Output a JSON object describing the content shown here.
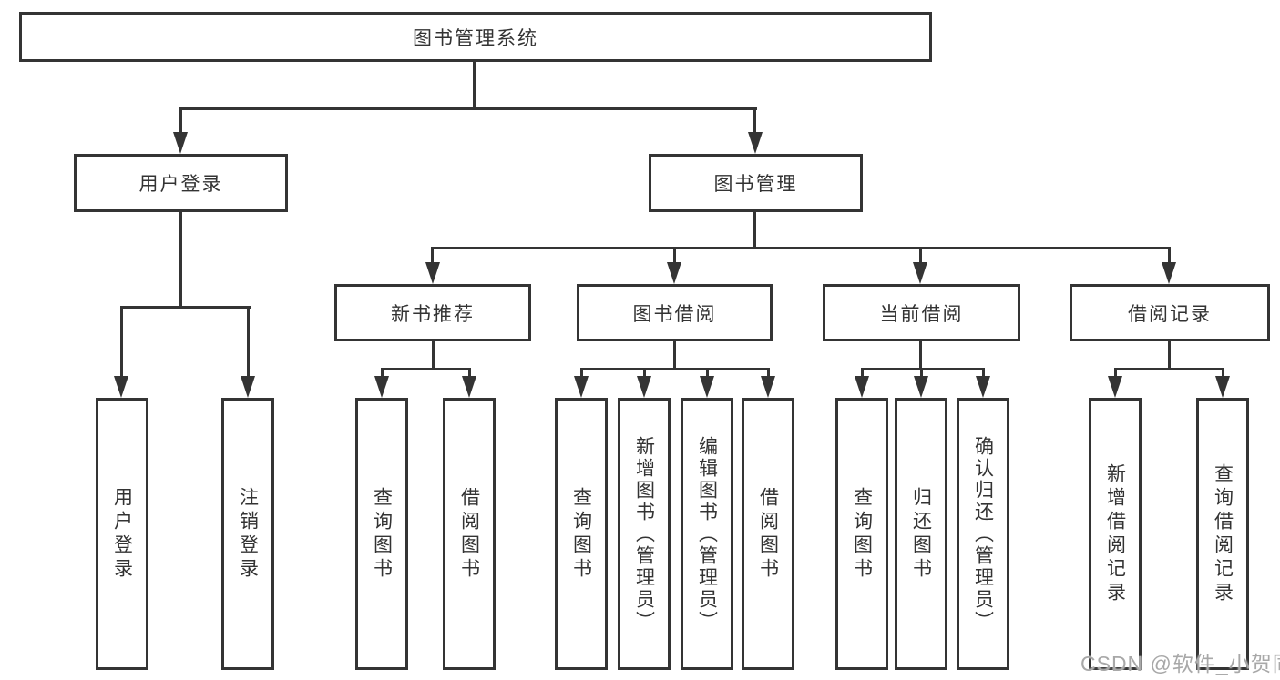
{
  "colors": {
    "line": "#343434",
    "text": "#333333",
    "watermark": "#a8a8a8",
    "background": "#ffffff"
  },
  "root": {
    "label": "图书管理系统"
  },
  "branches": {
    "user_login": {
      "label": "用户登录",
      "children": [
        {
          "label": "用户登录"
        },
        {
          "label": "注销登录"
        }
      ]
    },
    "book_mgmt": {
      "label": "图书管理",
      "sections": [
        {
          "label": "新书推荐",
          "children": [
            {
              "label": "查询图书"
            },
            {
              "label": "借阅图书"
            }
          ]
        },
        {
          "label": "图书借阅",
          "children": [
            {
              "label": "查询图书"
            },
            {
              "label": "新增图书（管理员）"
            },
            {
              "label": "编辑图书（管理员）"
            },
            {
              "label": "借阅图书"
            }
          ]
        },
        {
          "label": "当前借阅",
          "children": [
            {
              "label": "查询图书"
            },
            {
              "label": "归还图书"
            },
            {
              "label": "确认归还（管理员）"
            }
          ]
        },
        {
          "label": "借阅记录",
          "children": [
            {
              "label": "新增借阅记录"
            },
            {
              "label": "查询借阅记录"
            }
          ]
        }
      ]
    }
  },
  "watermark": {
    "text": "CSDN @软件_小贺同学"
  }
}
